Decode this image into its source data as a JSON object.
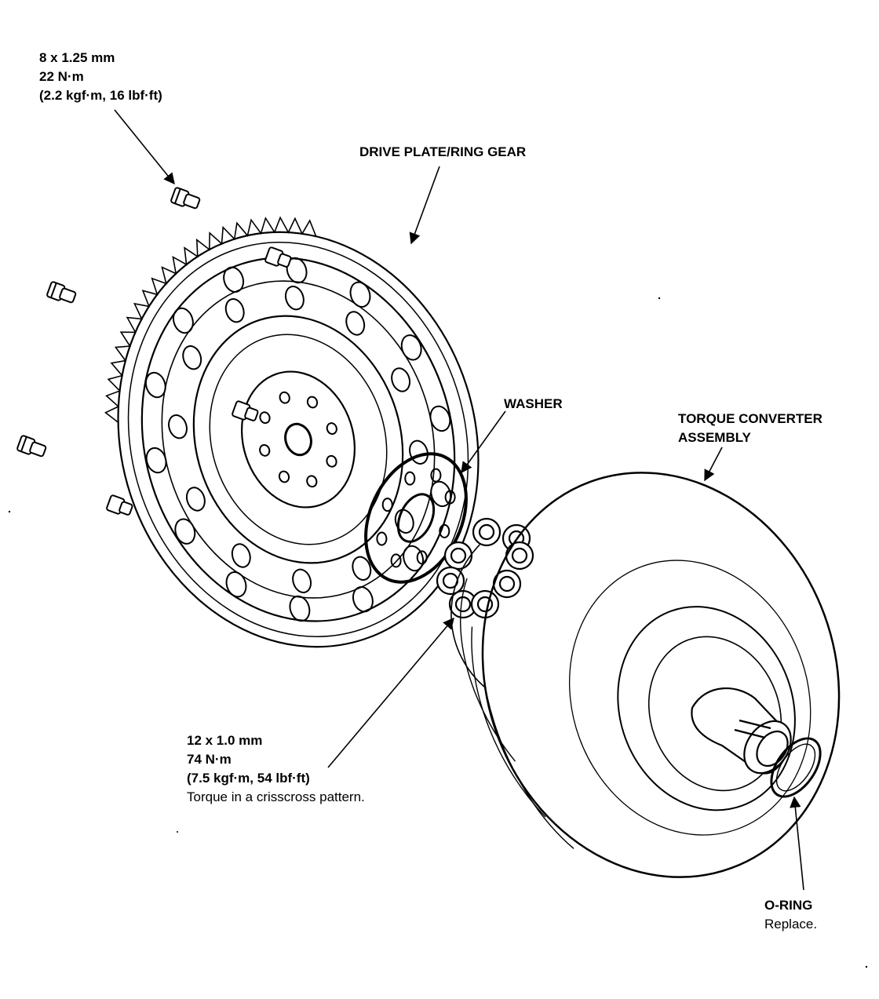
{
  "labels": {
    "bolt_8": {
      "size": "8 x 1.25 mm",
      "torque_nm": "22 N·m",
      "torque_alt": "(2.2 kgf·m, 16 lbf·ft)"
    },
    "drive_plate": "DRIVE PLATE/RING GEAR",
    "washer": "WASHER",
    "torque_converter": {
      "line1": "TORQUE CONVERTER",
      "line2": "ASSEMBLY"
    },
    "bolt_12": {
      "size": "12 x 1.0 mm",
      "torque_nm": "74 N·m",
      "torque_alt": "(7.5 kgf·m, 54 lbf·ft)",
      "note": "Torque in a crisscross pattern."
    },
    "o_ring": {
      "name": "O-RING",
      "note": "Replace."
    }
  }
}
